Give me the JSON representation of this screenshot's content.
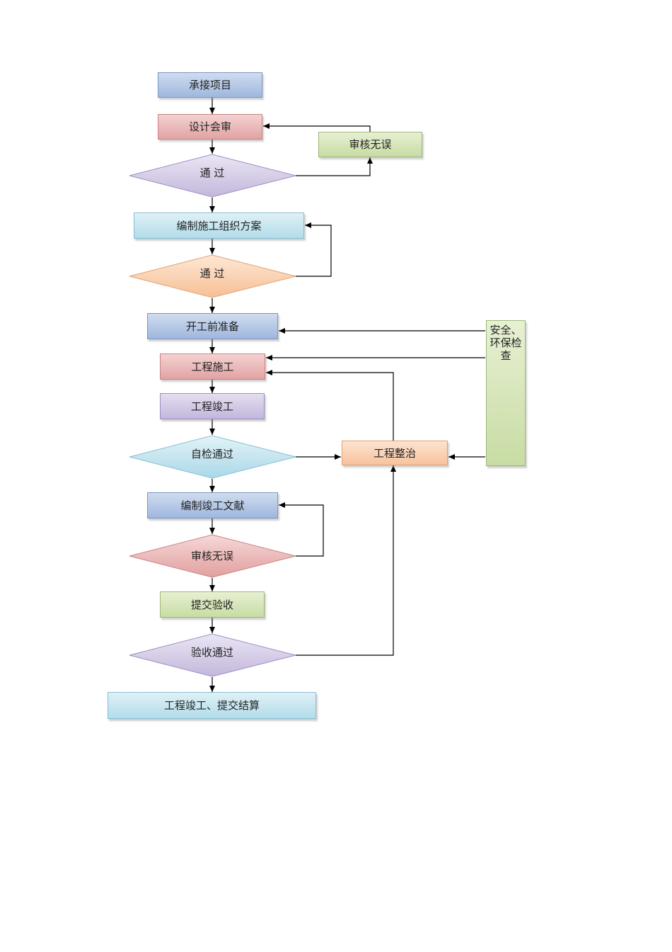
{
  "nodes": {
    "accept_project": "承接项目",
    "design_review": "设计会审",
    "review_ok_1": "审核无误",
    "pass_1": "通 过",
    "compile_plan": "编制施工组织方案",
    "pass_2": "通 过",
    "preparation": "开工前准备",
    "construction": "工程施工",
    "completion": "工程竣工",
    "self_check": "自检通过",
    "rectification": "工程整治",
    "safety_check": "安全、环保检查",
    "compile_docs": "编制竣工文献",
    "review_ok_2": "审核无误",
    "submit_acceptance": "提交验收",
    "acceptance_pass": "验收通过",
    "final": "工程竣工、提交结算"
  },
  "colors": {
    "blue": "#b4c8e6",
    "red": "#eab8b8",
    "green": "#d6e6bb",
    "cyan": "#c8e7f0",
    "purple": "#d3cbe6",
    "orange": "#fad1b2",
    "line": "#000000"
  }
}
